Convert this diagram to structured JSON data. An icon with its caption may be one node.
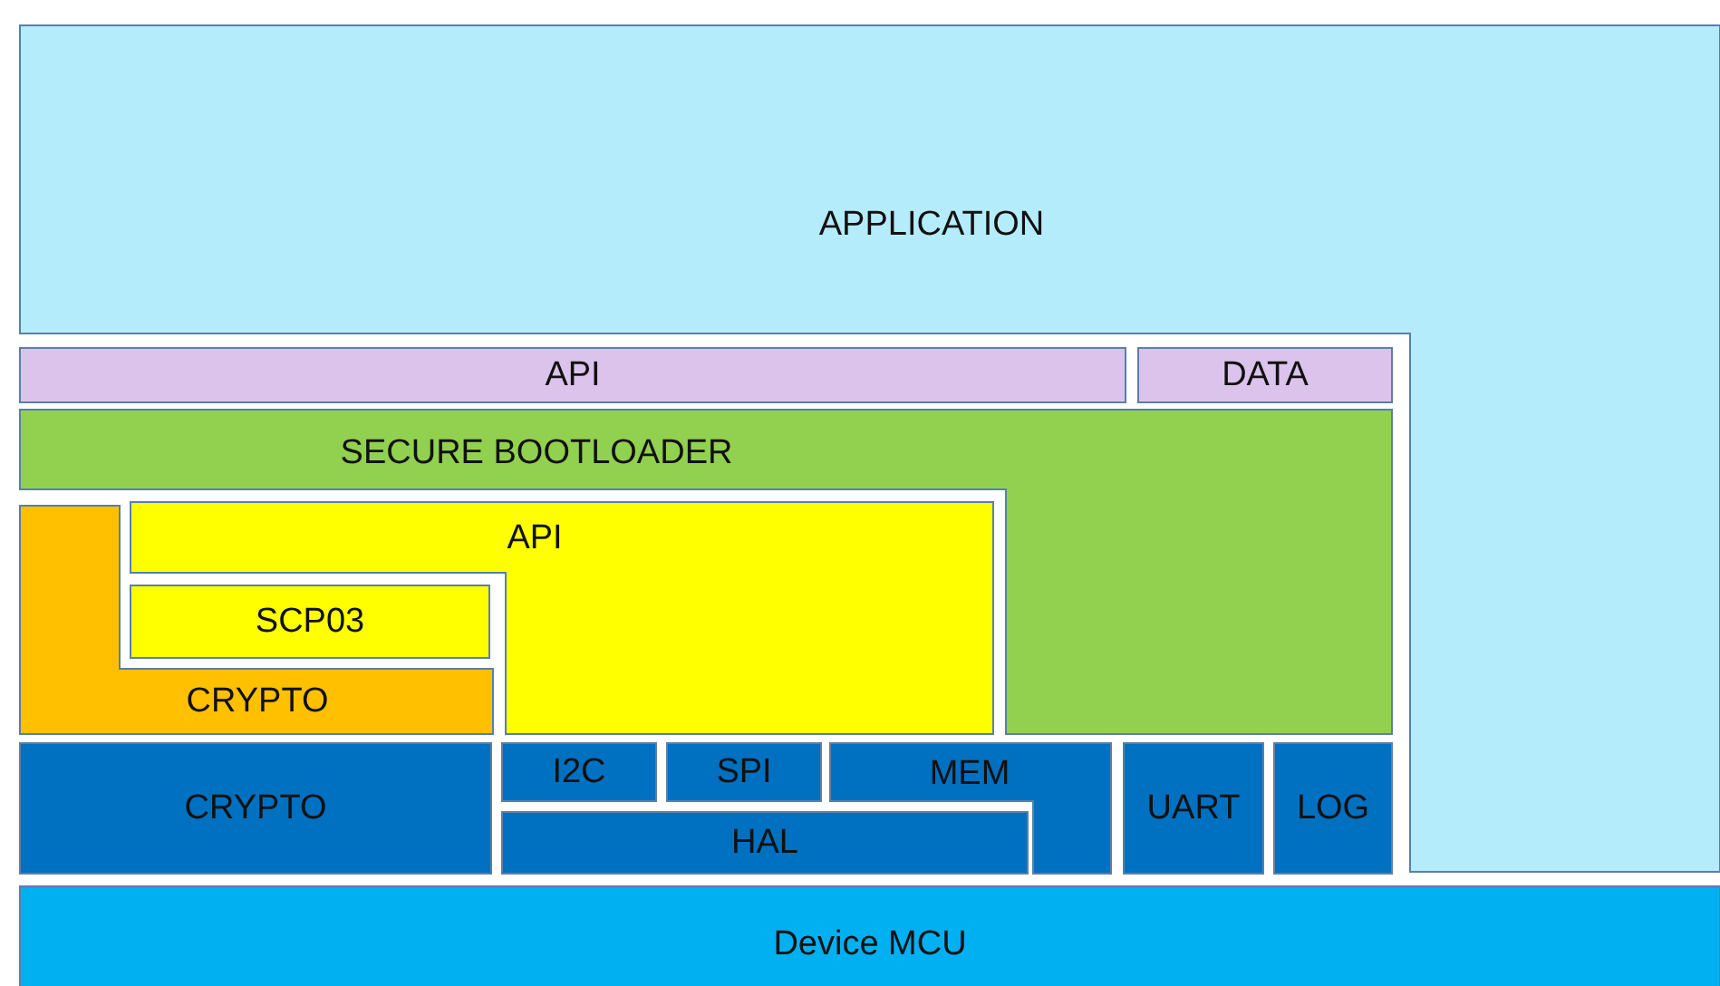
{
  "diagram": {
    "nodes": [
      {
        "text": [
          "APPLICATION"
        ]
      },
      {
        "text": [
          "API"
        ]
      },
      {
        "text": [
          "DATA"
        ]
      },
      {
        "text": [
          "SECURE BOOTLOADER"
        ]
      },
      {
        "text": [
          "API"
        ]
      },
      {
        "text": [
          "SCP03"
        ]
      },
      {
        "text": [
          "CRYPTO"
        ]
      },
      {
        "text": [
          "CRYPTO"
        ]
      },
      {
        "text": [
          "I2C"
        ]
      },
      {
        "text": [
          "SPI"
        ]
      },
      {
        "text": [
          "MEM"
        ]
      },
      {
        "text": [
          "HAL"
        ]
      },
      {
        "text": [
          "UART"
        ]
      },
      {
        "text": [
          "LOG"
        ]
      },
      {
        "text": [
          "Device MCU"
        ]
      }
    ]
  }
}
